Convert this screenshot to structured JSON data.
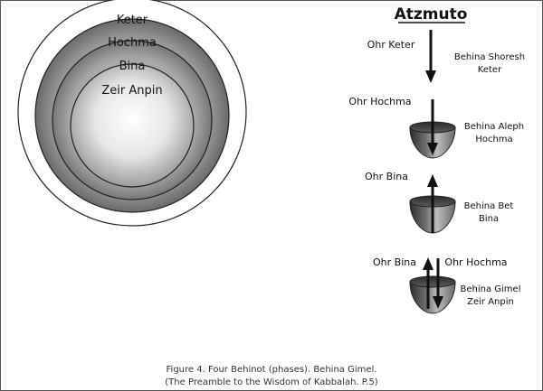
{
  "circles": {
    "outer_label": "Keter",
    "ring2_label": "Hochma",
    "ring3_label": "Bina",
    "inner_label": "Zeir Anpin"
  },
  "right_column": {
    "title": "Atzmuto",
    "stage1": {
      "light": "Ohr Keter",
      "phase_line1": "Behina Shoresh",
      "phase_line2": "Keter"
    },
    "stage2": {
      "light": "Ohr Hochma",
      "phase_line1": "Behina Aleph",
      "phase_line2": "Hochma"
    },
    "stage3": {
      "light": "Ohr Bina",
      "phase_line1": "Behina Bet",
      "phase_line2": "Bina"
    },
    "stage4": {
      "light_left": "Ohr Bina",
      "light_right": "Ohr Hochma",
      "phase_line1": "Behina Gimel",
      "phase_line2": "Zeir Anpin"
    }
  },
  "caption": {
    "line1": "Figure 4. Four Behinot (phases). Behina Gimel.",
    "line2": "(The Preamble to the Wisdom of Kabbalah. P.5)"
  }
}
